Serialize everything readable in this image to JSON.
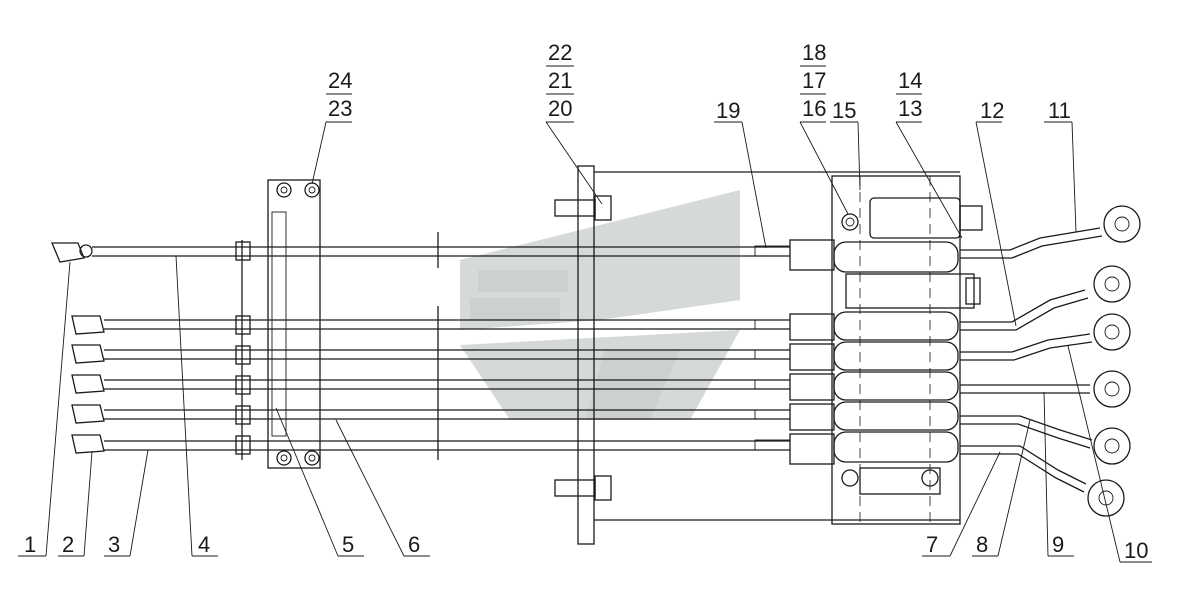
{
  "diagram": {
    "callouts": [
      {
        "id": "c1",
        "label": "1"
      },
      {
        "id": "c2",
        "label": "2"
      },
      {
        "id": "c3",
        "label": "3"
      },
      {
        "id": "c4",
        "label": "4"
      },
      {
        "id": "c5",
        "label": "5"
      },
      {
        "id": "c6",
        "label": "6"
      },
      {
        "id": "c7",
        "label": "7"
      },
      {
        "id": "c8",
        "label": "8"
      },
      {
        "id": "c9",
        "label": "9"
      },
      {
        "id": "c10",
        "label": "10"
      },
      {
        "id": "c11",
        "label": "11"
      },
      {
        "id": "c12",
        "label": "12"
      },
      {
        "id": "c13_14",
        "labels": [
          "14",
          "13"
        ]
      },
      {
        "id": "c15",
        "label": "15"
      },
      {
        "id": "c16_18",
        "labels": [
          "18",
          "17",
          "16"
        ]
      },
      {
        "id": "c19",
        "label": "19"
      },
      {
        "id": "c20_22",
        "labels": [
          "22",
          "21",
          "20"
        ]
      },
      {
        "id": "c23_24",
        "labels": [
          "24",
          "23"
        ]
      }
    ]
  }
}
